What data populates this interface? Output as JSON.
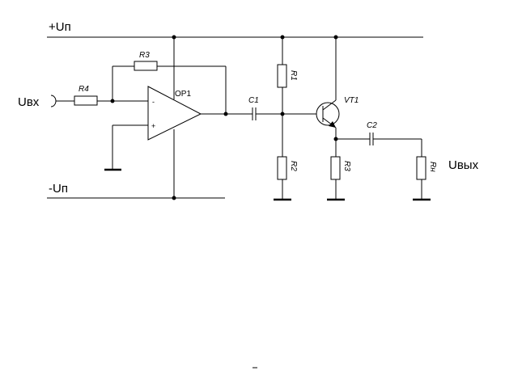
{
  "rails": {
    "positive": "+Uп",
    "negative": "-Uп"
  },
  "io": {
    "input": "Uвх",
    "output": "Uвых"
  },
  "components": {
    "op1": "OP1",
    "op1_minus": "-",
    "op1_plus": "+",
    "r1": "R1",
    "r2": "R2",
    "r3": "R3",
    "r4": "R4",
    "r3_emitter": "R3",
    "rn": "Rн",
    "c1": "C1",
    "c2": "C2",
    "vt1": "VT1"
  }
}
